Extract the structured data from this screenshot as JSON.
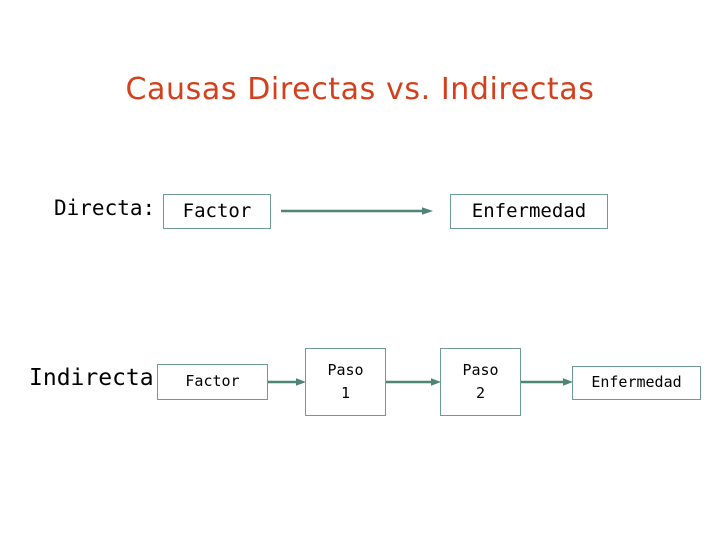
{
  "slide": {
    "title": "Causas Directas vs. Indirectas",
    "title_color": "#d3401d",
    "background_color": "#ffffff",
    "box_border_color": "#6f9d8c",
    "arrow_color": "#4f8476",
    "text_color": "#000000"
  },
  "rows": [
    {
      "id": "directa",
      "label": "Directa:",
      "nodes": [
        {
          "id": "d-factor",
          "text": "Factor"
        },
        {
          "id": "d-enfermedad",
          "text": "Enfermedad"
        }
      ],
      "arrows": [
        {
          "id": "d-arrow-1",
          "from": "d-factor",
          "to": "d-enfermedad"
        }
      ]
    },
    {
      "id": "indirecta",
      "label": "Indirecta:",
      "nodes": [
        {
          "id": "i-factor",
          "text": "Factor"
        },
        {
          "id": "i-paso1",
          "text": "Paso\n1"
        },
        {
          "id": "i-paso2",
          "text": "Paso\n2"
        },
        {
          "id": "i-enfermedad",
          "text": "Enfermedad"
        }
      ],
      "arrows": [
        {
          "id": "i-arrow-1",
          "from": "i-factor",
          "to": "i-paso1"
        },
        {
          "id": "i-arrow-2",
          "from": "i-paso1",
          "to": "i-paso2"
        },
        {
          "id": "i-arrow-3",
          "from": "i-paso2",
          "to": "i-enfermedad"
        }
      ]
    }
  ]
}
